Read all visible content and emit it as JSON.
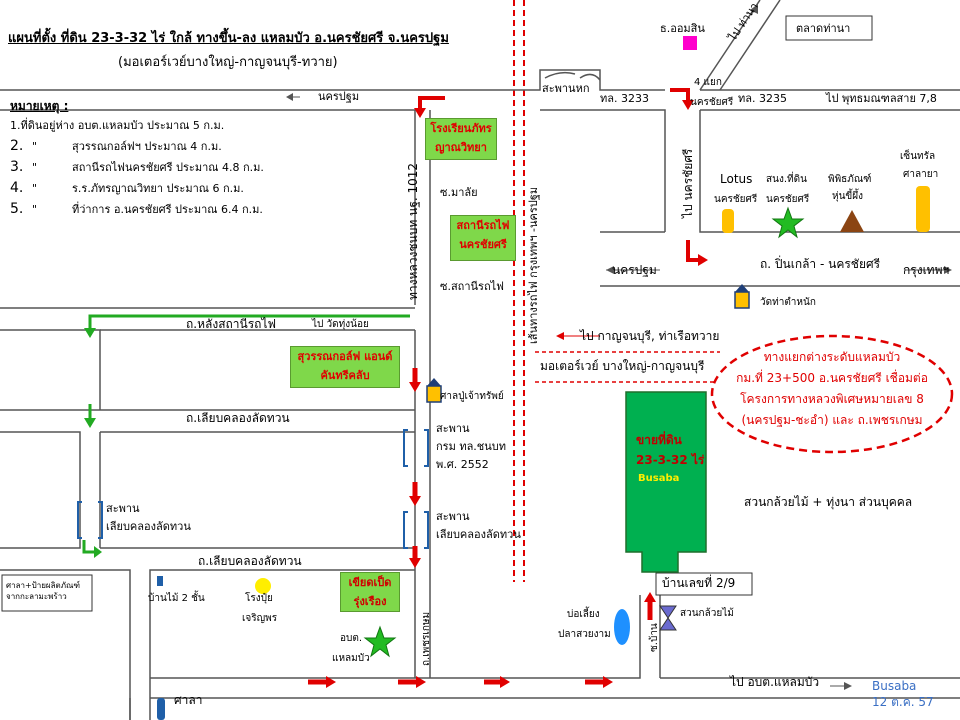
{
  "title": "แผนที่ตั้ง ที่ดิน 23-3-32 ไร่ ใกล้ ทางขึ้น-ลง แหลมบัว อ.นครชัยศรี จ.นครปฐม",
  "subtitle": "(มอเตอร์เวย์บางใหญ่-กาญจนบุรี-ทวาย)",
  "notes": {
    "heading": "หมายเหตุ :",
    "items": [
      {
        "num": "1.",
        "text": "ที่ดินอยู่ห่าง อบต.แหลมบัว ประมาณ 5 ก.ม."
      },
      {
        "num": "2.",
        "dq": "\"",
        "text": "สุวรรณกอล์ฟฯ ประมาณ  4  ก.ม."
      },
      {
        "num": "3.",
        "dq": "\"",
        "text": "สถานีรถไฟนครชัยศรี ประมาณ  4.8 ก.ม."
      },
      {
        "num": "4.",
        "dq": "\"",
        "text": "ร.ร.ภัทรญาณวิทยา ประมาณ  6 ก.ม."
      },
      {
        "num": "5.",
        "dq": "\"",
        "text": "ที่ว่าการ อ.นครชัยศรี ประมาณ 6.4 ก.ม."
      }
    ]
  },
  "labels": {
    "nakhon_pathom_top": "นครปฐม",
    "saphan_hok": "สะพานหก",
    "tl3233": "ทล. 3233",
    "si_yaek": "4 แยก",
    "nakhon_chaisri_jn": "นครชัยศรี",
    "tl3235": "ทล. 3235",
    "to_phutthamonthon": "ไป พุทธมณฑลสาย 7,8",
    "bank": "ธ.ออมสิน",
    "to_thanam": "ไป ท่านา",
    "talat_thanam": "ตลาดท่านา",
    "phattharayan": "โรงเรียนภัทรญาณวิทยา",
    "so_malai": "ซ.มาลัย",
    "station": "สถานีรถไฟนครชัยศรี",
    "so_station": "ซ.สถานีรถไฟ",
    "hwy1012": "ทางหลวงชนบท นฐ. 1012",
    "rail_line": "เส้นทางรถไฟ กรุงเทพฯ -นครปฐม",
    "to_nakhon_chaisri_v": "ไป นครชัยศรี",
    "lotus": "Lotus",
    "lotus_sub": "นครชัยศรี",
    "sanam": "สนง.ที่ดิน",
    "sanam_sub": "นครชัยศรี",
    "museum": "พิพิธภัณฑ์",
    "museum_sub": "หุ่นขี้ผึ้ง",
    "central": "เซ็นทรัล",
    "central_sub": "ศาลายา",
    "pinklao_rd": "ถ. ปิ่นเกล้า - นครชัยศรี",
    "nakhon_pathom_mid": "นครปฐม",
    "bangkok": "กรุงเทพฯ",
    "wat_tha_tamnak": "วัดท่าตำหนัก",
    "lang_station_rd": "ถ.หลังสถานีรถไฟ",
    "to_wat_thung_noi": "ไป วัดทุ่งน้อย",
    "to_kanchanaburi": "ไป กาญจนบุรี, ท่าเรือทวาย",
    "motorway": "มอเตอร์เวย์ บางใหญ่-กาญจนบุรี",
    "suwan_golf": "สุวรรณกอล์ฟ แอนด์ คันทรีคลับ",
    "shrine": "ศาลปู่เจ้าทรัพย์",
    "liap_khlong_rd1": "ถ.เลียบคลองลัดทวน",
    "bridge1": "สะพาน",
    "bridge1_sub1": "กรม ทล.ชนบท",
    "bridge1_sub2": "พ.ศ. 2552",
    "bridge2": "สะพาน",
    "bridge2_sub": "เลียบคลองลัดทวน",
    "bridge3": "สะพาน",
    "bridge3_sub": "เลียบคลองลัดทวน",
    "liap_khlong_rd2": "ถ.เลียบคลองลัดทวน",
    "sala_shop": "ศาลา+ป้ายผลิตภัณฑ์จากกะลามะพร้าว",
    "house_2fl": "บ้านไม้ 2 ชั้น",
    "rong_pui": "โรงปุ๋ย",
    "rong_pui_sub": "เจริญพร",
    "duck": "เขียดเป็ดรุ่งเรือง",
    "obt": "อบต.",
    "obt_sub": "แหลมบัว",
    "phet_rd": "ถ.เพชรเกษม",
    "land_title": "ขายที่ดิน",
    "land_size": "23-3-32 ไร่",
    "land_brand": "Busaba",
    "orchard": "สวนกล้วยไม้ + ทุ่งนา ส่วนบุคคล",
    "house_no": "บ้านเลขที่ 2/9",
    "pond": "บ่อเลี้ยง",
    "pond_sub": "ปลาสวยงาม",
    "orchid": "สวนกล้วยไม้",
    "soi_ban": "ซ.บ้าน",
    "to_obt": "ไป อบต.แหลมบัว",
    "sala": "ศาลา",
    "signature": "Busaba",
    "date": "12 ต.ค. 57",
    "callout": [
      "ทางแยกต่างระดับแหลมบัว",
      "กม.ที่ 23+500 อ.นครชัยศรี เชื่อมต่อ",
      "โครงการทางหลวงพิเศษหมายเลข 8",
      "(นครปฐม-ชะอำ) และ ถ.เพชรเกษม"
    ]
  },
  "colors": {
    "road": "#555555",
    "arrow_red": "#e00000",
    "arrow_green": "#22aa22",
    "box_green": "#7fd84a",
    "land_green": "#00b050",
    "rail_red": "#e00000",
    "bank_magenta": "#ff00cc",
    "building_yellow": "#ffc000",
    "museum_brown": "#8b4513",
    "bridge_blue": "#1f5fa8",
    "pond_blue": "#1e90ff"
  },
  "icons": [
    "temple-icon",
    "star-icon",
    "hourglass-icon",
    "circle-icon"
  ]
}
